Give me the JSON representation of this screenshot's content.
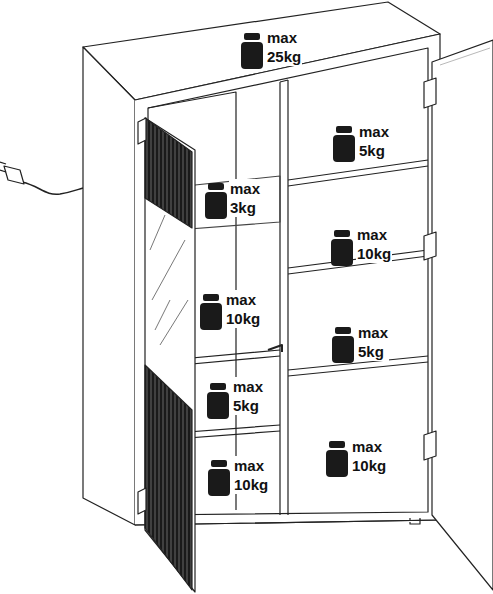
{
  "diagram": {
    "labels": [
      "max 25kg",
      "max 5kg",
      "max 3kg",
      "max 10kg",
      "max 10kg",
      "max 5kg",
      "max 5kg",
      "max 10kg",
      "max 10kg"
    ]
  }
}
